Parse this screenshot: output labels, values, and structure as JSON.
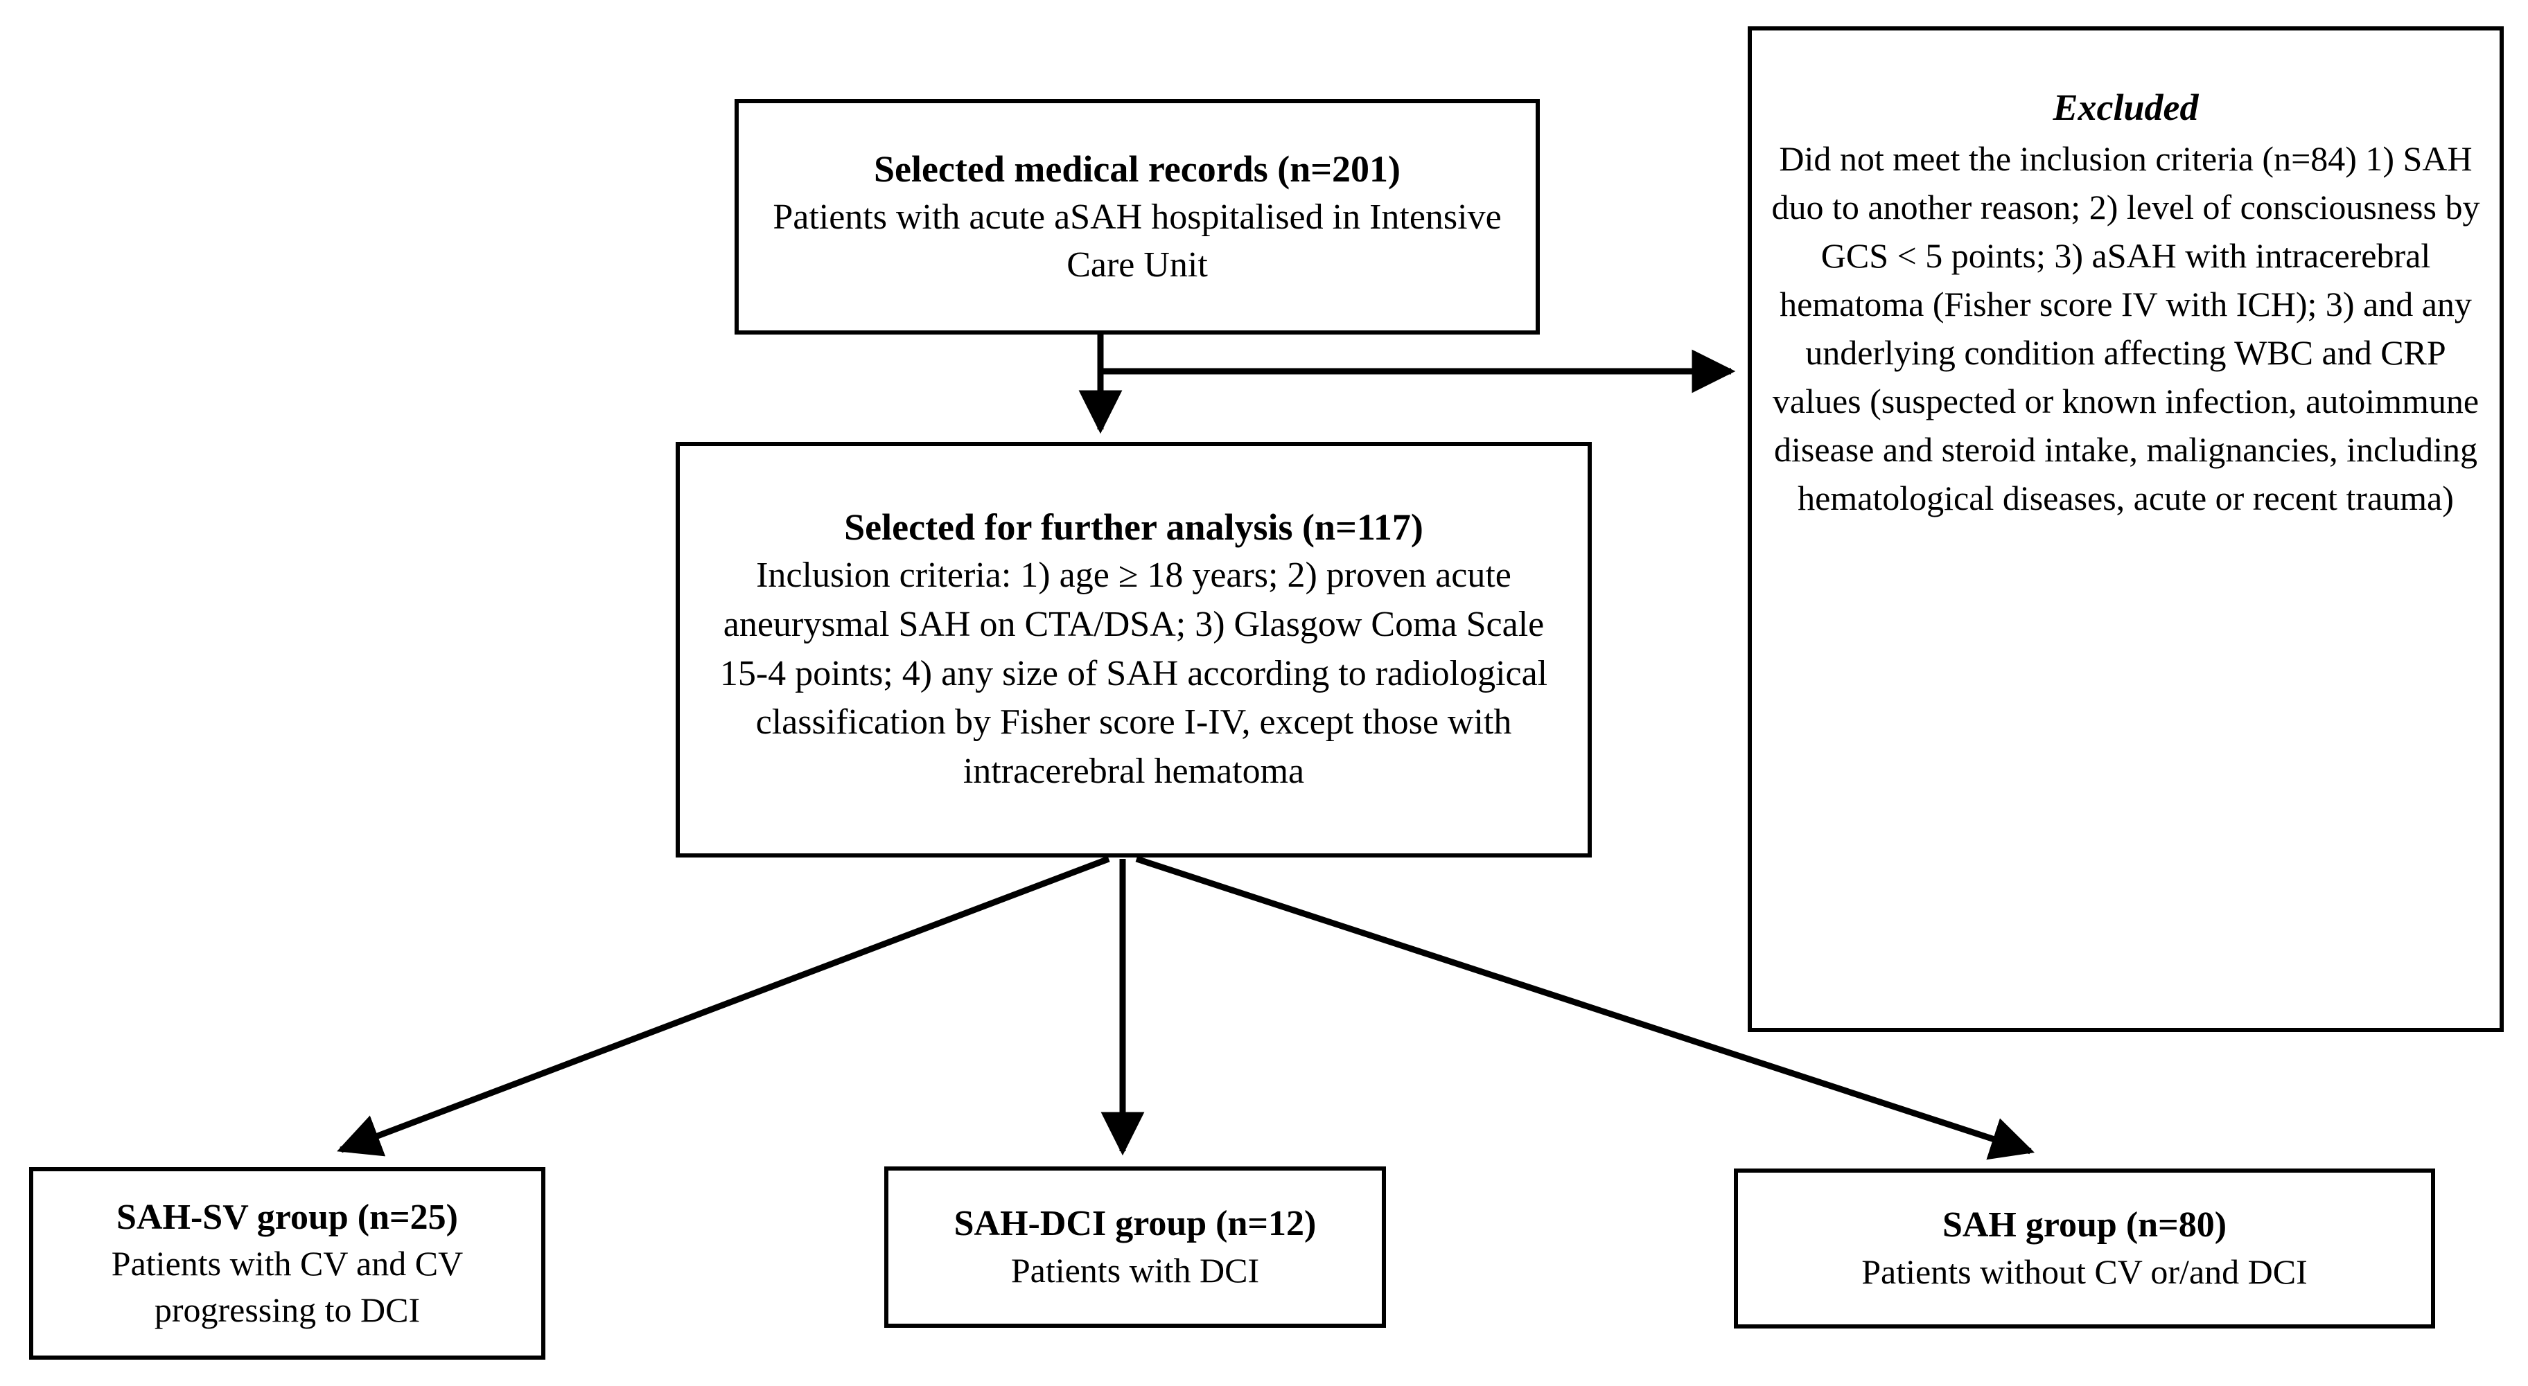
{
  "diagram": {
    "type": "flowchart",
    "orientation": "top-down",
    "accent_color": "#000000",
    "background_color": "#ffffff"
  },
  "nodes": {
    "selected_records": {
      "title": "Selected medical records (n=201)",
      "body": "Patients with acute aSAH hospitalised in Intensive Care Unit"
    },
    "further_analysis": {
      "title": "Selected for further analysis (n=117)",
      "body": "Inclusion criteria: 1) age ≥ 18 years; 2) proven acute aneurysmal SAH on CTA/DSA; 3) Glasgow Coma Scale 15-4 points; 4) any size of SAH according to radiological classification by Fisher score I-IV, except those with intracerebral hematoma"
    },
    "excluded": {
      "title": "Excluded",
      "body": "Did not meet the inclusion criteria (n=84) 1) SAH duo to another reason; 2) level of consciousness by GCS < 5 points; 3) aSAH with intracerebral hematoma (Fisher score IV with ICH); 3) and any underlying condition affecting WBC and CRP values (suspected or known infection, autoimmune disease and steroid intake, malignancies, including hematological diseases, acute or recent trauma)"
    },
    "group_sv": {
      "title": "SAH-SV group (n=25)",
      "body": "Patients with CV and CV progressing to DCI"
    },
    "group_dci": {
      "title": "SAH-DCI group (n=12)",
      "body": "Patients with DCI"
    },
    "group_sah": {
      "title": "SAH group (n=80)",
      "body": "Patients without CV or/and DCI"
    }
  },
  "counts": {
    "selected_medical_records": 201,
    "selected_for_further_analysis": 117,
    "excluded": 84,
    "sah_sv_group": 25,
    "sah_dci_group": 12,
    "sah_group": 80
  },
  "connectors": [
    {
      "name": "records-to-analysis",
      "from": "selected_records",
      "to": "further_analysis",
      "style": "straight-down-arrow"
    },
    {
      "name": "records-to-excluded",
      "from": "selected_records",
      "to": "excluded",
      "style": "elbow-right-arrow"
    },
    {
      "name": "analysis-to-group-sv",
      "from": "further_analysis",
      "to": "group_sv",
      "style": "diagonal-left-arrow"
    },
    {
      "name": "analysis-to-group-dci",
      "from": "further_analysis",
      "to": "group_dci",
      "style": "straight-down-arrow"
    },
    {
      "name": "analysis-to-group-sah",
      "from": "further_analysis",
      "to": "group_sah",
      "style": "diagonal-right-arrow"
    }
  ]
}
